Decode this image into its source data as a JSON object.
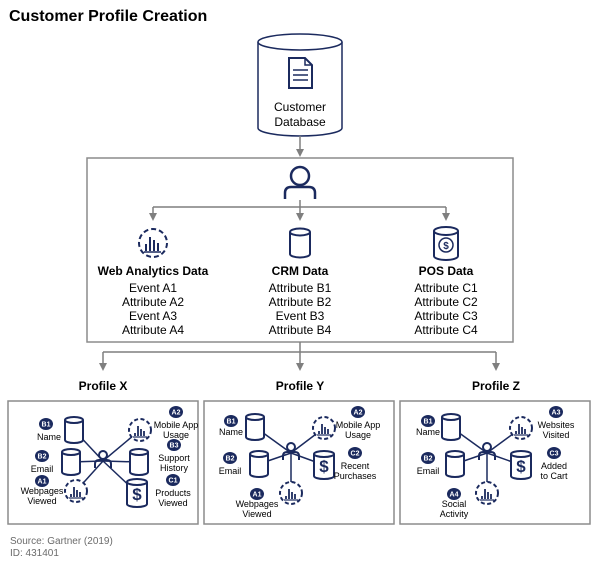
{
  "title": "Customer Profile Creation",
  "database_label_1": "Customer",
  "database_label_2": "Database",
  "sources": [
    {
      "name": "Web Analytics Data",
      "items": [
        "Event A1",
        "Attribute A2",
        "Event A3",
        "Attribute A4"
      ]
    },
    {
      "name": "CRM Data",
      "items": [
        "Attribute B1",
        "Attribute B2",
        "Event B3",
        "Attribute B4"
      ]
    },
    {
      "name": "POS Data",
      "items": [
        "Attribute C1",
        "Attribute C2",
        "Attribute C3",
        "Attribute C4"
      ]
    }
  ],
  "profiles": [
    {
      "title": "Profile X",
      "nodes": [
        {
          "badge": "B1",
          "label": [
            "Name"
          ]
        },
        {
          "badge": "B2",
          "label": [
            "Email"
          ]
        },
        {
          "badge": "A1",
          "label": [
            "Webpages",
            "Viewed"
          ]
        },
        {
          "badge": "A2",
          "label": [
            "Mobile App",
            "Usage"
          ]
        },
        {
          "badge": "B3",
          "label": [
            "Support",
            "History"
          ]
        },
        {
          "badge": "C1",
          "label": [
            "Products",
            "Viewed"
          ]
        }
      ]
    },
    {
      "title": "Profile Y",
      "nodes": [
        {
          "badge": "B1",
          "label": [
            "Name"
          ]
        },
        {
          "badge": "B2",
          "label": [
            "Email"
          ]
        },
        {
          "badge": "A1",
          "label": [
            "Webpages",
            "Viewed"
          ]
        },
        {
          "badge": "A2",
          "label": [
            "Mobile App",
            "Usage"
          ]
        },
        {
          "badge": "C2",
          "label": [
            "Recent",
            "Purchases"
          ]
        }
      ]
    },
    {
      "title": "Profile Z",
      "nodes": [
        {
          "badge": "B1",
          "label": [
            "Name"
          ]
        },
        {
          "badge": "B2",
          "label": [
            "Email"
          ]
        },
        {
          "badge": "A4",
          "label": [
            "Social",
            "Activity"
          ]
        },
        {
          "badge": "A3",
          "label": [
            "Websites",
            "Visited"
          ]
        },
        {
          "badge": "C3",
          "label": [
            "Added",
            "to Cart"
          ]
        }
      ]
    }
  ],
  "footer_source": "Source: Gartner (2019)",
  "footer_id": "ID: 431401",
  "colors": {
    "navy": "#1b2a5e",
    "border": "#8c8c8c",
    "arrow": "#7f7f7f"
  }
}
